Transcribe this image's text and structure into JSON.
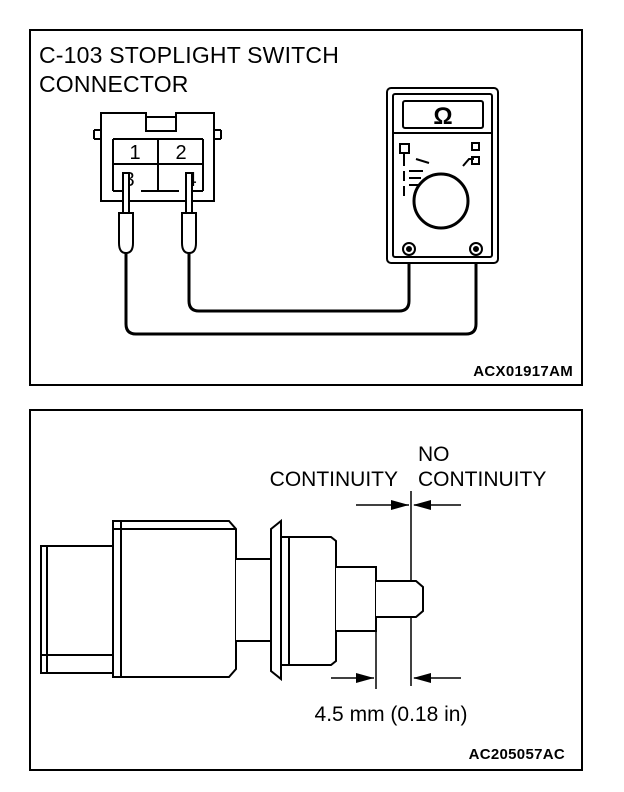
{
  "top_figure": {
    "title_line1": "C-103 STOPLIGHT SWITCH",
    "title_line2": "CONNECTOR",
    "pins": [
      "1",
      "2",
      "3",
      "4"
    ],
    "meter_symbol": "Ω",
    "figure_code": "ACX01917AM"
  },
  "bottom_figure": {
    "label_continuity": "CONTINUITY",
    "label_no": "NO",
    "label_no_continuity": "CONTINUITY",
    "dimension": "4.5 mm (0.18 in)",
    "figure_code": "AC205057AC"
  }
}
